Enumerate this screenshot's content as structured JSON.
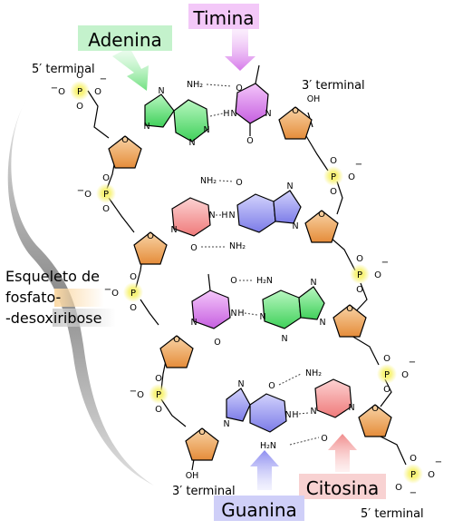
{
  "labels": {
    "adenina": "Adenina",
    "timina": "Timina",
    "citosina": "Citosina",
    "guanina": "Guanina",
    "terminal_5_top": "5′ terminal",
    "terminal_3_top": "3′ terminal",
    "terminal_3_bottom": "3′ terminal",
    "terminal_5_bottom": "5′ terminal",
    "backbone_line1": "Esqueleto de",
    "backbone_line2": "fosfato-",
    "backbone_line3": "-desoxiribose"
  },
  "atoms": {
    "N": "N",
    "H": "H",
    "O": "O",
    "P": "P",
    "NH2": "NH₂",
    "H2N": "H₂N",
    "OH": "OH",
    "minus": "−"
  },
  "colors": {
    "adenina": "#6fe07f",
    "timina": "#df7ff0",
    "citosina": "#f49a9a",
    "guanina": "#9a9af0",
    "sugar": "#f2a55e",
    "phosphate": "#f4f06a",
    "backbone_shadow": "#9a9a9a"
  }
}
